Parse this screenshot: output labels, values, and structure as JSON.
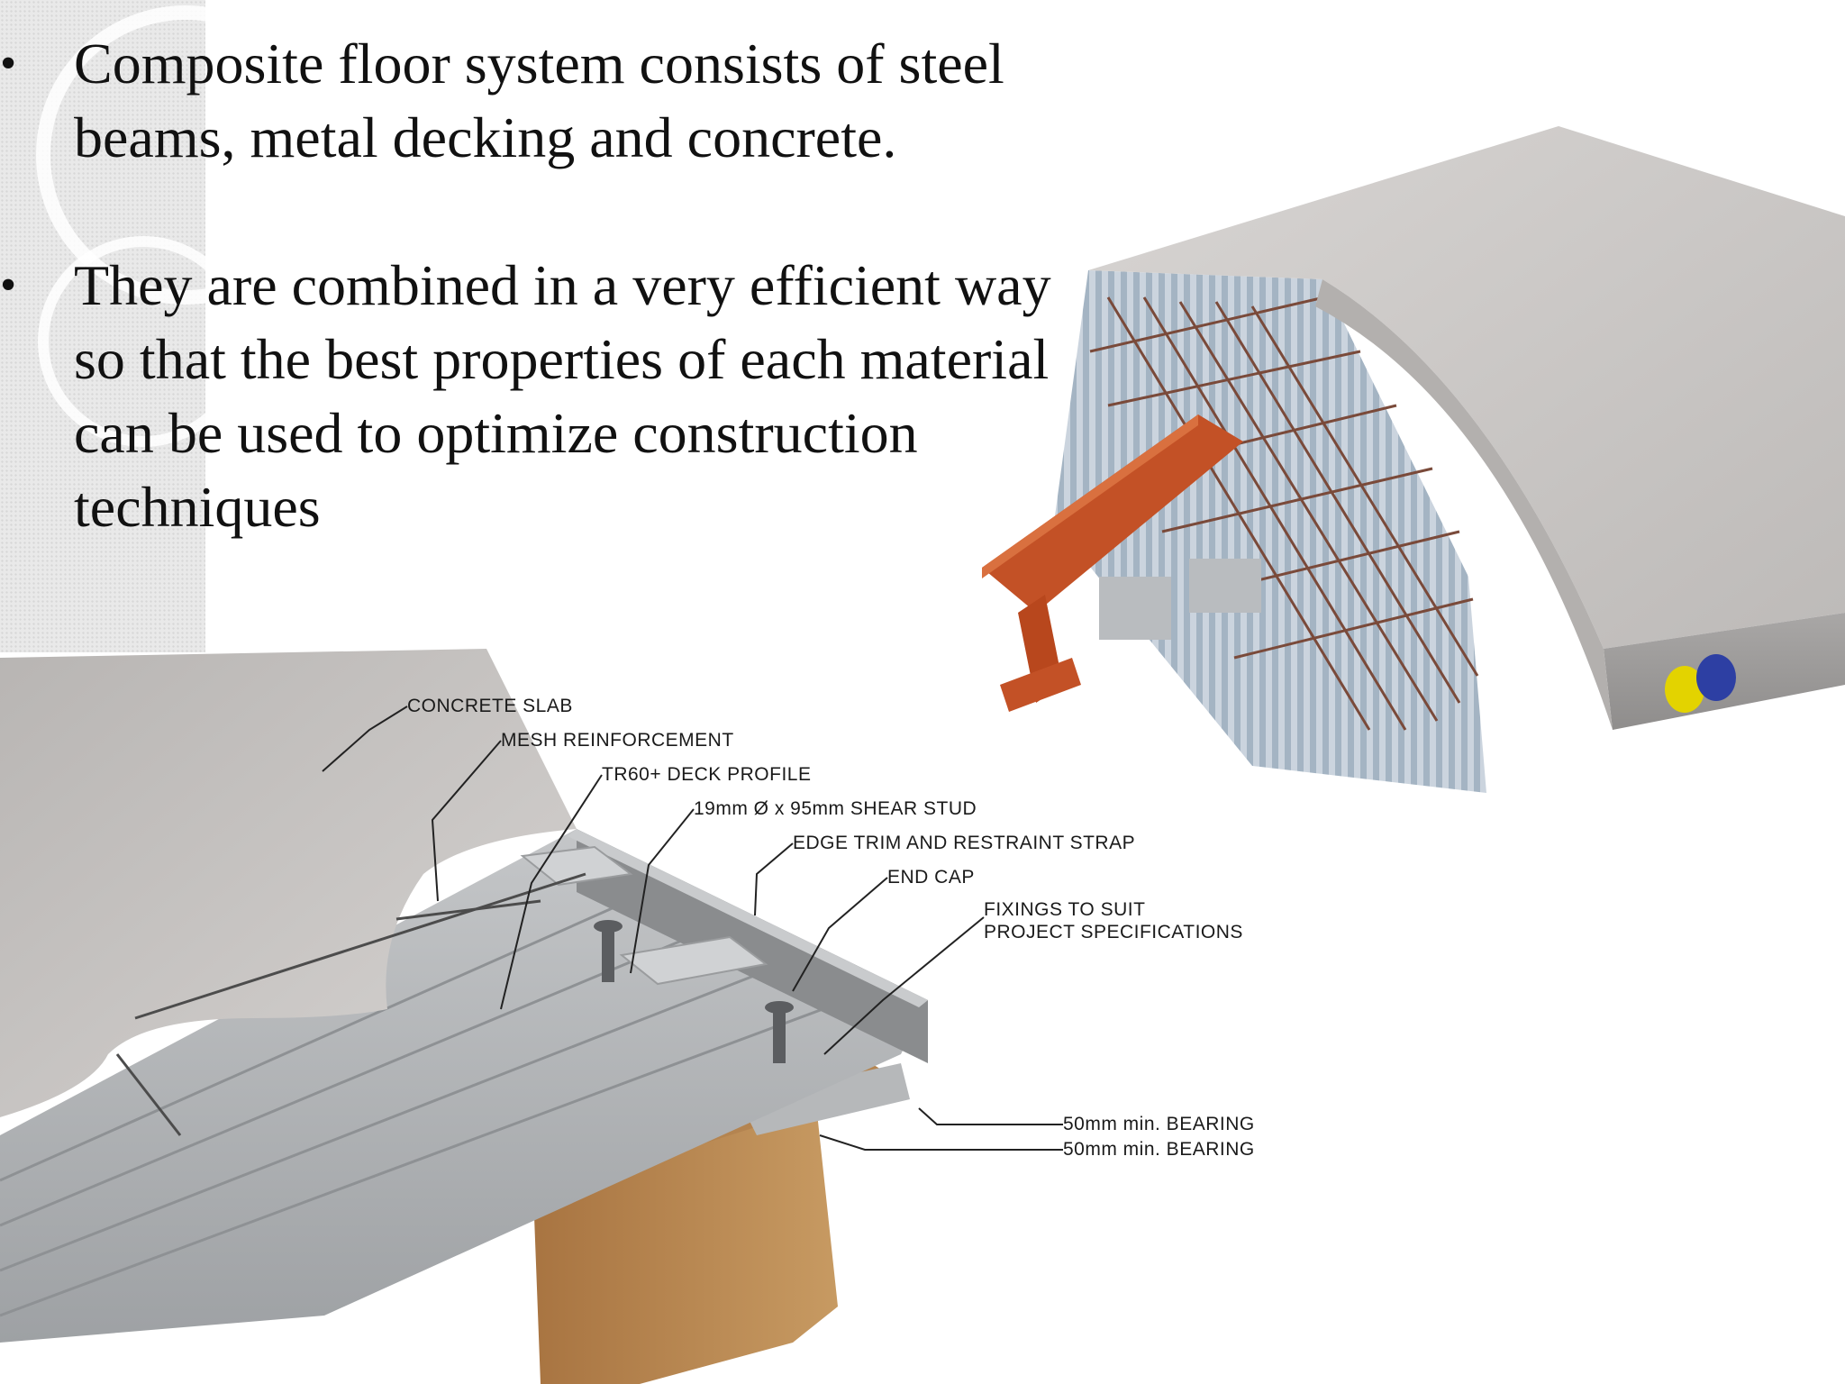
{
  "bullets": [
    "Composite floor system consists of steel beams, metal decking and concrete.",
    "They are combined in a very efficient way so that the best properties of each material can be used to optimize construction techniques"
  ],
  "bullet_glyph": "•",
  "diagram": {
    "labels": {
      "concrete_slab": "CONCRETE SLAB",
      "mesh_reinforcement": "MESH REINFORCEMENT",
      "deck_profile": "TR60+ DECK PROFILE",
      "shear_stud": "19mm Ø x 95mm SHEAR STUD",
      "edge_trim": "EDGE TRIM AND RESTRAINT STRAP",
      "end_cap": "END CAP",
      "fixings_line1": "FIXINGS TO SUIT",
      "fixings_line2": "PROJECT SPECIFICATIONS",
      "bearing_1": "50mm min. BEARING",
      "bearing_2": "50mm min. BEARING"
    }
  },
  "colors": {
    "concrete": "#cfcccb",
    "deck": "#b9bcbf",
    "steel_beam_top": "#d1602c",
    "steel_beam_bottom": "#b57f45",
    "rebar": "#7a4a3a"
  }
}
